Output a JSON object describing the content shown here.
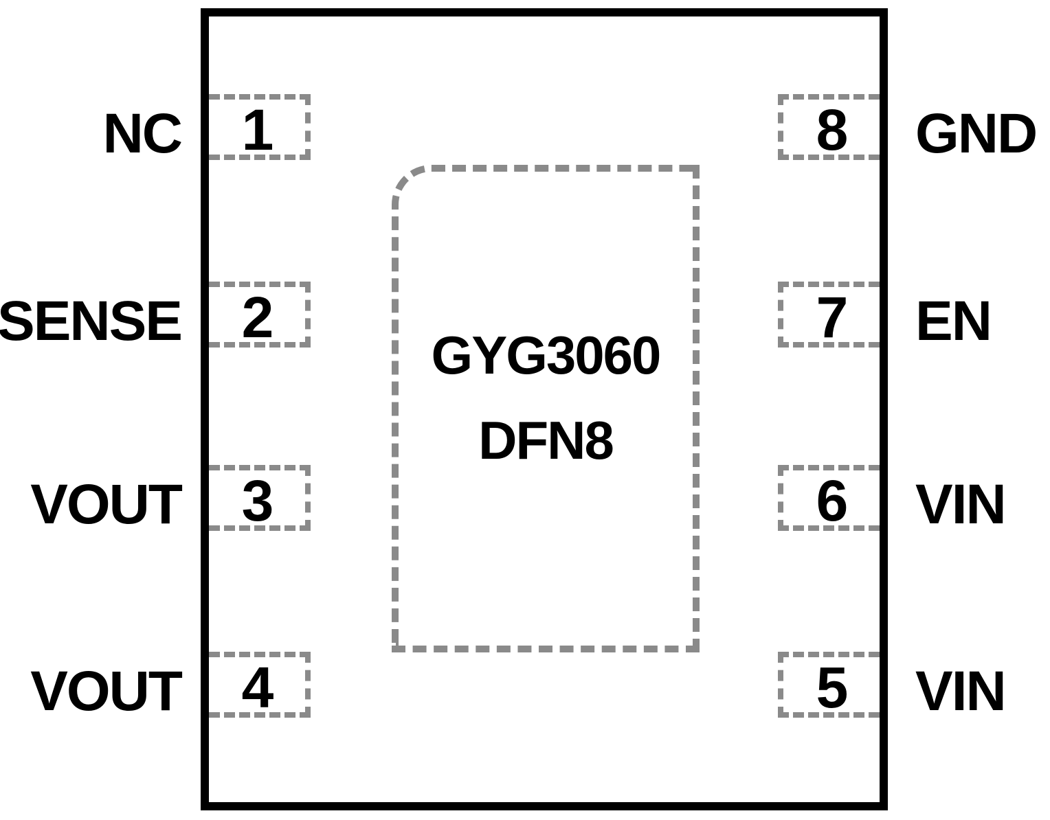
{
  "chip": {
    "name": "GYG3060",
    "package": "DFN8"
  },
  "pins": {
    "left": [
      {
        "number": "1",
        "label": "NC"
      },
      {
        "number": "2",
        "label": "SENSE"
      },
      {
        "number": "3",
        "label": "VOUT"
      },
      {
        "number": "4",
        "label": "VOUT"
      }
    ],
    "right": [
      {
        "number": "8",
        "label": "GND"
      },
      {
        "number": "7",
        "label": "EN"
      },
      {
        "number": "6",
        "label": "VIN"
      },
      {
        "number": "5",
        "label": "VIN"
      }
    ]
  },
  "colors": {
    "line": "#000000",
    "dash": "#8a8a8a",
    "bg": "#ffffff",
    "text": "#000000"
  }
}
